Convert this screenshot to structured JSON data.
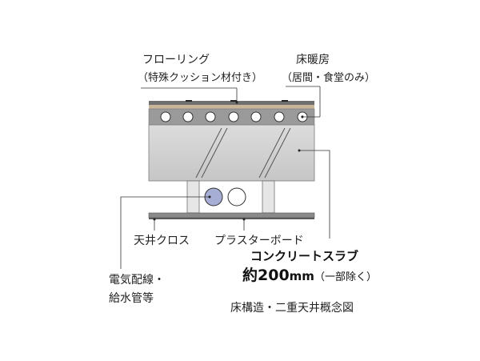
{
  "labels": {
    "flooring_line1": "フローリング",
    "flooring_line2": "（特殊クッション材付き）",
    "floor_heating_line1": "床暖房",
    "floor_heating_line2": "（居間・食堂のみ）",
    "ceiling_cloth": "天井クロス",
    "plaster_board": "プラスターボード",
    "concrete_slab": "コンクリートスラブ",
    "slab_thickness_main": "約200",
    "slab_thickness_unit": "mm",
    "slab_thickness_note": "（一部除く）",
    "wiring_line1": "電気配線・",
    "wiring_line2": "給水管等",
    "caption": "床構造・二重天井概念図"
  },
  "colors": {
    "flooring_top": "#7d7d7d",
    "flooring_cushion": "#c9b59a",
    "heating_layer": "#9a9a9a",
    "slab": "#d2d2d2",
    "pipe_blue": "#a7aed6",
    "pipe_white": "#ffffff",
    "ceiling_board": "#8a8a8a",
    "leader_line": "#333333"
  },
  "icons": {
    "heating_pipe": "circle-outline-icon",
    "electric_pipe": "circle-filled-blue-icon",
    "water_pipe": "circle-outline-icon"
  }
}
